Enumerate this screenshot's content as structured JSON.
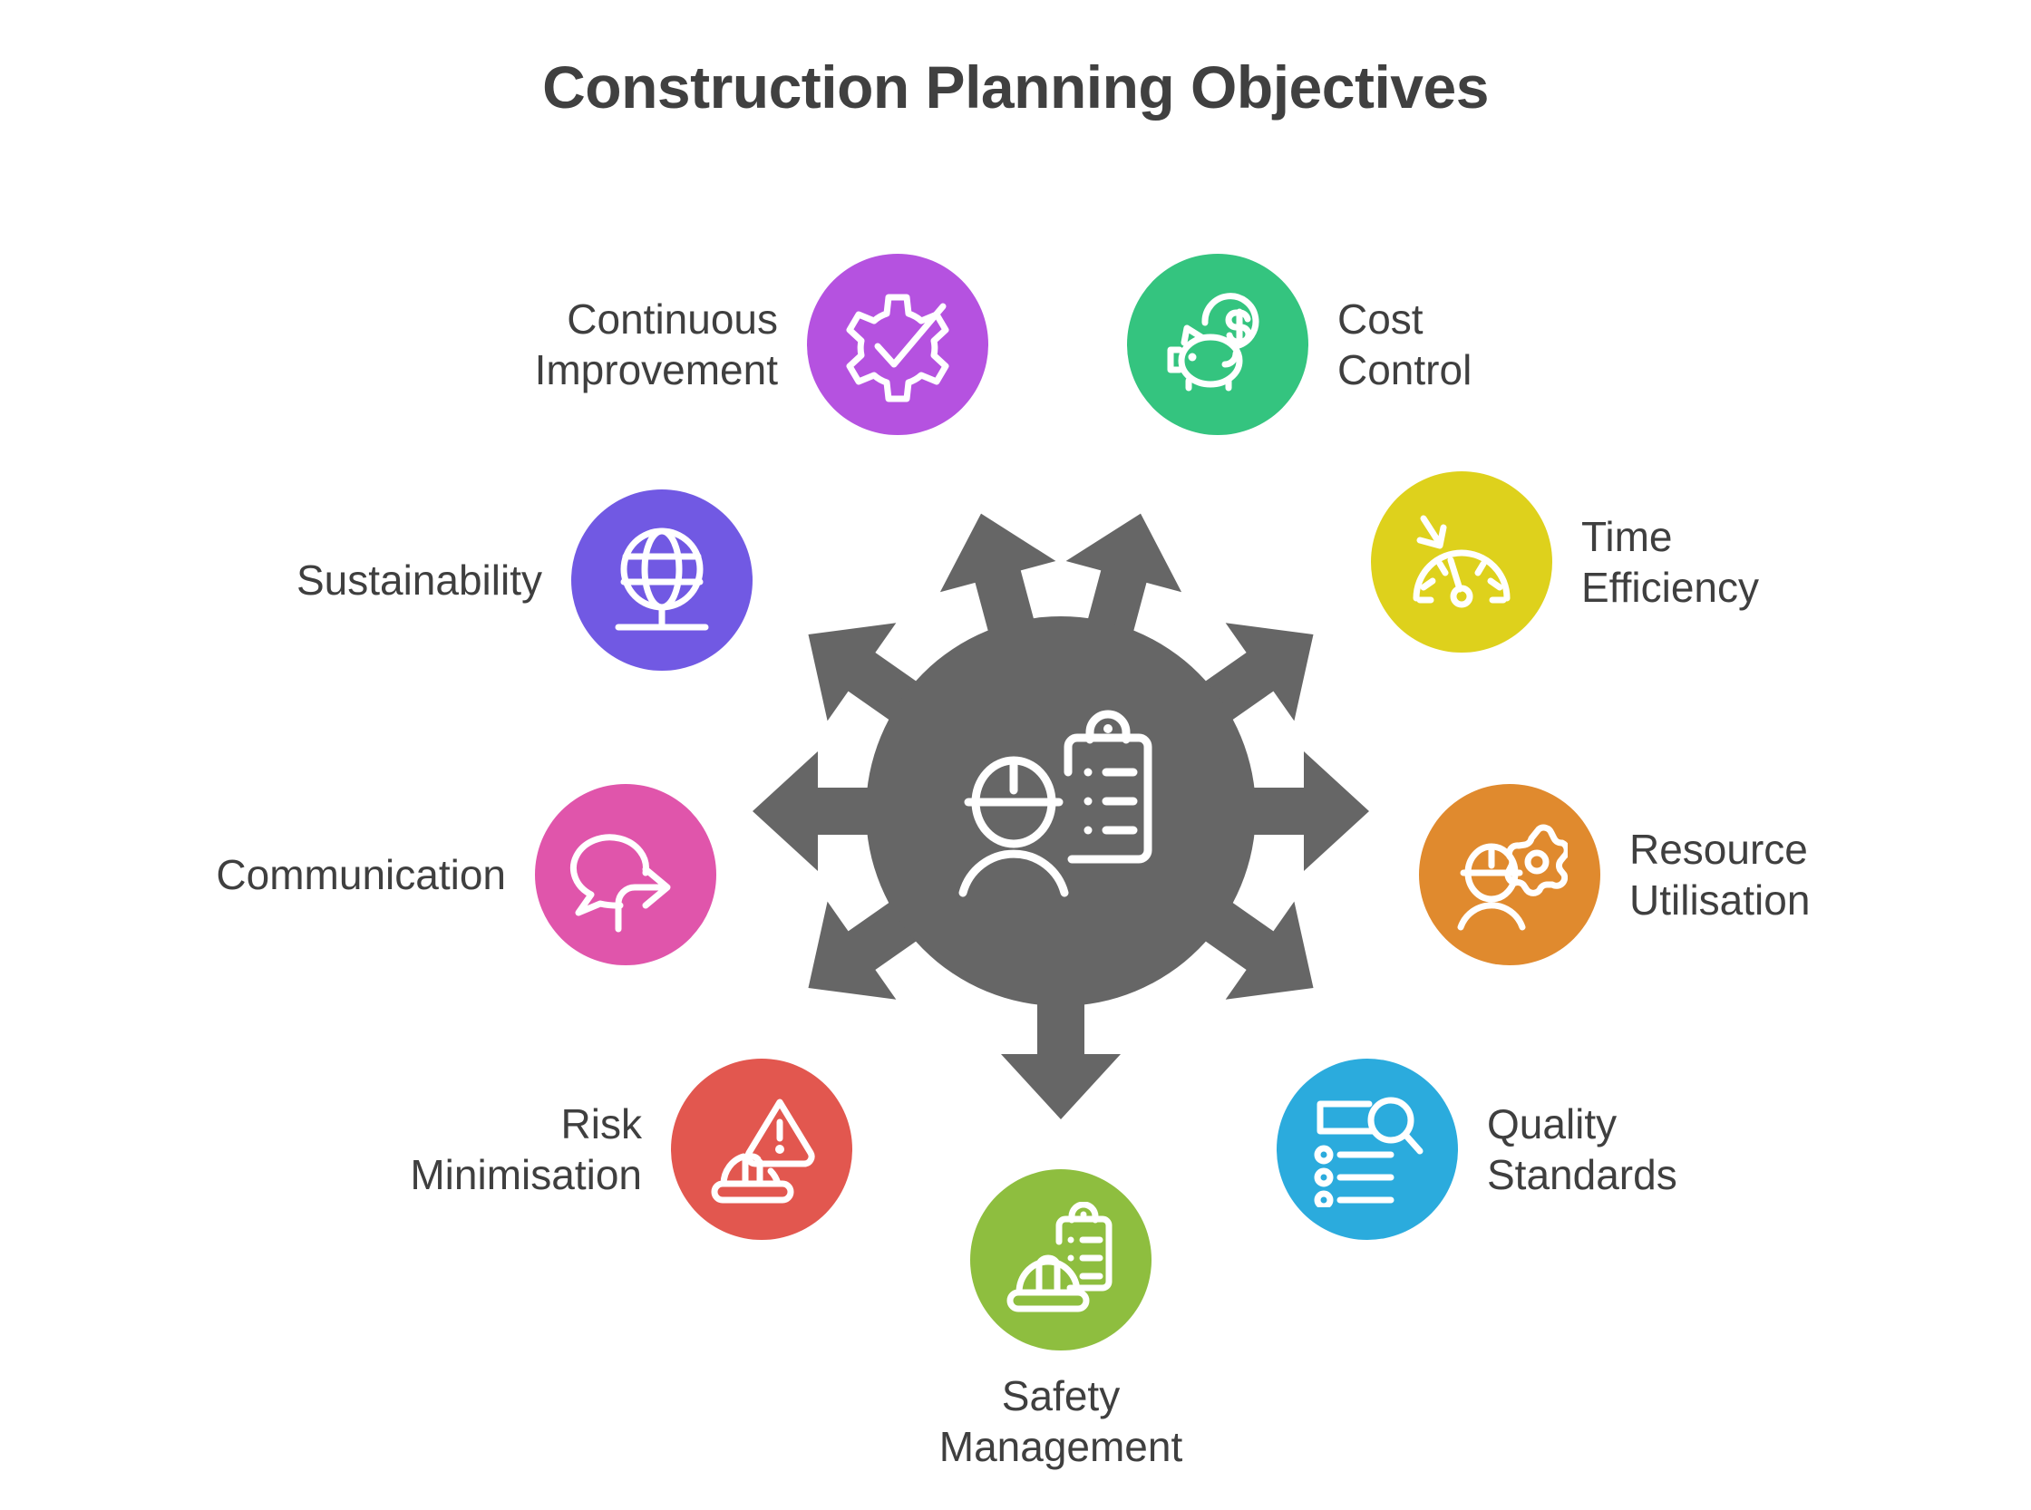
{
  "title": "Construction Planning Objectives",
  "colors": {
    "hub": "#666666",
    "title_text": "#404040",
    "label_text": "#3f3f3f",
    "background": "#ffffff"
  },
  "hub": {
    "icon": "worker-hardhat-clipboard-icon",
    "arrow_count": 9
  },
  "nodes": [
    {
      "id": "continuous-improvement",
      "label": "Continuous\nImprovement",
      "color": "#b552e0",
      "icon": "gear-check-icon",
      "label_side": "left"
    },
    {
      "id": "cost-control",
      "label": "Cost Control",
      "color": "#34c47f",
      "icon": "piggy-bank-dollar-icon",
      "label_side": "right"
    },
    {
      "id": "time-efficiency",
      "label": "Time Efficiency",
      "color": "#ded11c",
      "icon": "speedometer-arrow-icon",
      "label_side": "right"
    },
    {
      "id": "resource-utilisation",
      "label": "Resource\nUtilisation",
      "color": "#e08a2e",
      "icon": "worker-gear-icon",
      "label_side": "right"
    },
    {
      "id": "quality-standards",
      "label": "Quality\nStandards",
      "color": "#2babdd",
      "icon": "list-magnifier-icon",
      "label_side": "right"
    },
    {
      "id": "safety-management",
      "label": "Safety\nManagement",
      "color": "#8ebe3f",
      "icon": "hardhat-clipboard-icon",
      "label_side": "below"
    },
    {
      "id": "risk-minimisation",
      "label": "Risk\nMinimisation",
      "color": "#e2574f",
      "icon": "hardhat-warning-icon",
      "label_side": "left"
    },
    {
      "id": "communication",
      "label": "Communication",
      "color": "#e055ab",
      "icon": "speech-bubble-arrow-icon",
      "label_side": "left"
    },
    {
      "id": "sustainability",
      "label": "Sustainability",
      "color": "#7159e3",
      "icon": "globe-stand-icon",
      "label_side": "left"
    }
  ]
}
